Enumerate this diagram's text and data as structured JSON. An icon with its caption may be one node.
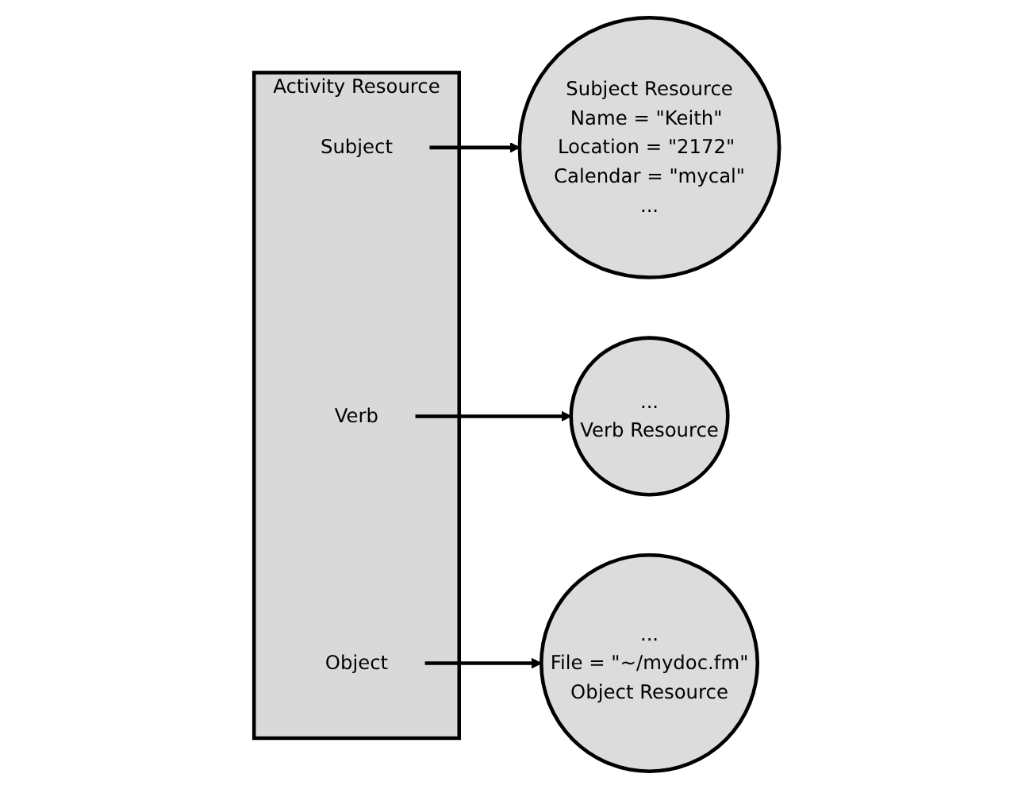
{
  "diagram": {
    "nodes": [
      {
        "text": [
          "Activity Resource"
        ]
      },
      {
        "text": [
          "Subject"
        ],
        "in": 0
      },
      {
        "text": [
          "Verb"
        ],
        "in": 0
      },
      {
        "text": [
          "Object"
        ],
        "in": 0
      },
      {
        "text": [
          "Subject Resource",
          "Name = \"Keith\" Location = \"2172\" Calendar = \"mycal\"",
          "..."
        ]
      },
      {
        "text": [
          "...",
          "Verb Resource"
        ]
      },
      {
        "text": [
          "...",
          "File = \"~/mydoc.fm\"",
          "Object Resource"
        ]
      }
    ],
    "edges": [
      {
        "from": 1,
        "to": 4,
        "arrow": "to"
      },
      {
        "from": 2,
        "to": 5,
        "arrow": "to"
      },
      {
        "from": 3,
        "to": 6,
        "arrow": "to"
      }
    ]
  }
}
